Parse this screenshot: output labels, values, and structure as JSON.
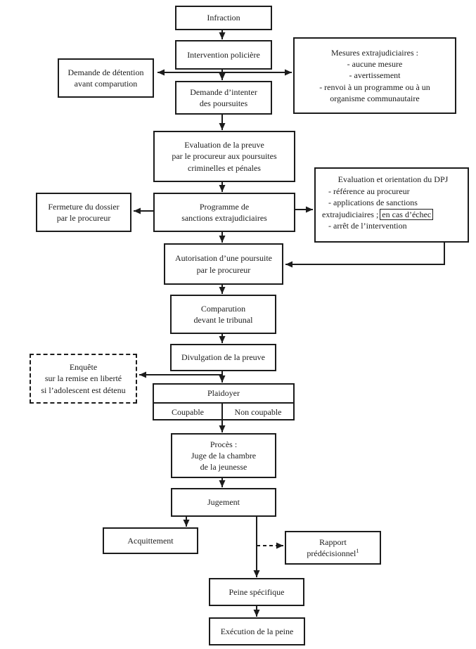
{
  "colors": {
    "ink": "#1c1c1c",
    "paper": "#ffffff"
  },
  "nodes": {
    "infraction": "Infraction",
    "intervention": "Intervention policière",
    "demande_detention": "Demande de détention\navant comparution",
    "mesures": "Mesures extrajudiciaires :\n- aucune mesure\n- avertissement\n- renvoi à un programme ou à un\norganisme communautaire",
    "demande_intenter": "Demande d’intenter\ndes poursuites",
    "evaluation_preuve": "Evaluation de la preuve\npar le procureur aux poursuites\ncriminelles et pénales",
    "fermeture": "Fermeture du dossier\npar le procureur",
    "programme": "Programme de\nsanctions extrajudiciaires",
    "dpj": {
      "title": "Evaluation et orientation du DPJ",
      "item_reference": "- référence au procureur",
      "item_applications": "- applications de sanctions",
      "item_applications_cont": "extrajudiciaires ;",
      "boxed_phrase": "en cas d’échec",
      "item_arret": "- arrêt de l’intervention"
    },
    "autorisation": "Autorisation d’une poursuite\npar le procureur",
    "comparution": "Comparution\ndevant le tribunal",
    "divulgation": "Divulgation de la preuve",
    "enquete": "Enquête\nsur la remise en liberté\nsi l’adolescent est détenu",
    "plaidoyer": {
      "title": "Plaidoyer",
      "guilty": "Coupable",
      "not_guilty": "Non coupable"
    },
    "proces": "Procès :\nJuge de la chambre\nde la jeunesse",
    "jugement": "Jugement",
    "acquittement": "Acquittement",
    "rapport": {
      "line1": "Rapport",
      "line2": "prédécisionnel",
      "footnote": "1"
    },
    "peine": "Peine spécifique",
    "execution": "Exécution de la peine"
  }
}
